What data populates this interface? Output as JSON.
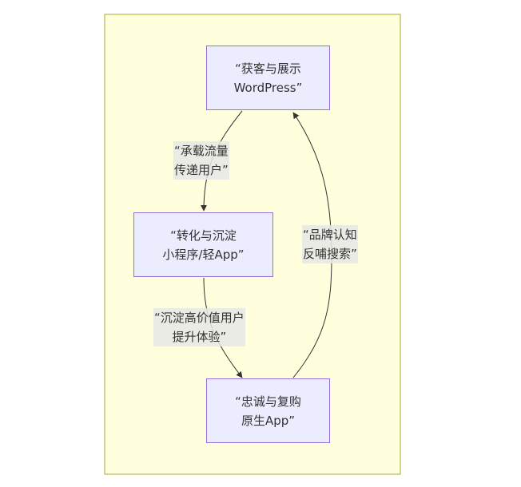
{
  "nodes": {
    "acquire": {
      "line1": "“获客与展示",
      "line2": "WordPress”"
    },
    "convert": {
      "line1": "“转化与沉淀",
      "line2": "小程序/轻App”"
    },
    "loyalty": {
      "line1": "“忠诚与复购",
      "line2": "原生App”"
    }
  },
  "edges": {
    "acquire_to_convert": {
      "line1": "“承载流量",
      "line2": "传递用户”"
    },
    "convert_to_loyalty": {
      "line1": "“沉淀高价值用户",
      "line2": "提升体验”"
    },
    "loyalty_to_acquire": {
      "line1": "“品牌认知",
      "line2": "反哺搜索”"
    }
  },
  "colors": {
    "cluster_fill": "#ffffde",
    "cluster_border": "#aaaa33",
    "node_fill": "#ececff",
    "node_border": "#9370db",
    "edge": "#333333"
  }
}
